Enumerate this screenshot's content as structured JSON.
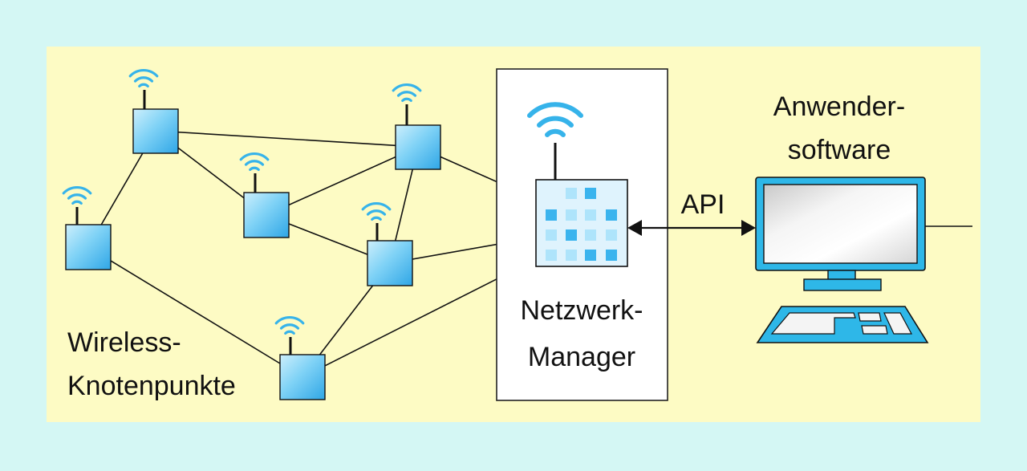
{
  "labels": {
    "wireless_line1": "Wireless-",
    "wireless_line2": "Knotenpunkte",
    "manager_line1": "Netzwerk-",
    "manager_line2": "Manager",
    "software_line1": "Anwender-",
    "software_line2": "software",
    "api": "API"
  },
  "colors": {
    "page_background": "#d4f7f4",
    "panel_background": "#fdfbc4",
    "node_blue": "#3ab4ee",
    "node_light": "#aee4fb",
    "wifi_blue": "#36b3ea",
    "monitor_blue": "#2eb7e8",
    "line": "#111111"
  },
  "icons": {
    "node": "wireless-node-icon",
    "wifi": "wifi-signal-icon",
    "manager": "network-manager-icon",
    "computer": "desktop-computer-icon"
  }
}
